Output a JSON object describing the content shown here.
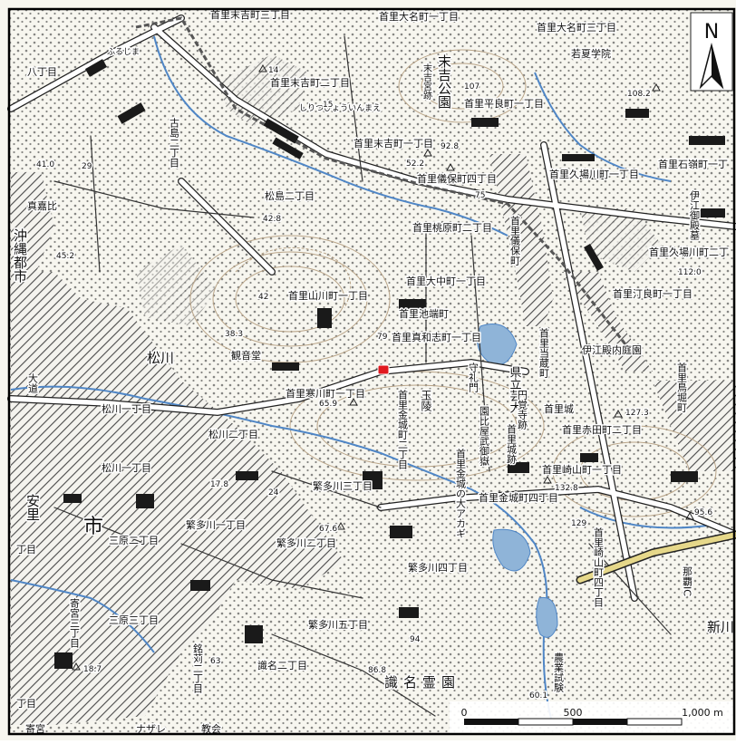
{
  "map": {
    "north_label": "N",
    "scale": {
      "zero": "0",
      "mid": "500",
      "end": "1,000 m"
    },
    "colors": {
      "paper": "#f7f6ef",
      "building": "#1a1a1a",
      "road": "#ffffff",
      "road_edge": "#222222",
      "water": "#8fb4d8",
      "stream": "#4f86c6",
      "contour": "#b9a488",
      "hatch": "#555555",
      "marker": "#e1191f",
      "frame": "#000000"
    },
    "labels": {
      "shuri_suekicho3": "首里末吉町三丁目",
      "shuri_oonacho1": "首里大名町一丁目",
      "shuri_oonacho3": "首里大名町三丁目",
      "wakanatsu": "若夏学院",
      "shuri_suekicho2": "首里末吉町二丁目",
      "shuri_hirayoshicho1": "首里平良町一丁目",
      "suekiko": "末吉公園",
      "suekigu": "末吉宮跡",
      "shuri_suekicho1": "首里末吉町一丁目",
      "shuri_gibocho4": "首里儀保町四丁目",
      "shuri_ishiminecho1": "首里石嶺町一丁",
      "shuri_kubagawa1": "首里久場川町一丁目",
      "shuri_kubagawa2": "首里久場川町二丁",
      "ieudon": "伊江御殿墓",
      "matsushima2": "松島二丁目",
      "furujima2": "古島二丁目",
      "makabe": "真嘉比",
      "okinawa_city": "沖縄都市",
      "shuri_tobaru2": "首里桃原町二丁目",
      "shuri_gibocho": "首里儀保町",
      "shuri_ooji": "首里大中町一丁目",
      "shuri_yamakawa1": "首里山川町一丁目",
      "shuri_ikehata": "首里池端町",
      "shuri_mawashi": "首里真和志町一丁目",
      "shuri_tonoguchi1": "首里汀良町一丁目",
      "iedon_garden": "伊江殿内庭園",
      "matsukawa": "松川",
      "kannondo": "観音堂",
      "ooto": "大道",
      "shuri_toudon": "首里当蔵町",
      "shurei": "守礼門",
      "kenritsu": "県立芸大",
      "tamaudun": "玉陵",
      "shuri_sueyoshi": "首里寒川町一丁目",
      "shuri_kinjo2": "首里金城町二丁目",
      "sonohyan": "園比屋武御嶽",
      "enkakuji": "円覚寺跡",
      "shurijo": "首里城",
      "shurijo_ato": "首里城跡",
      "shuri_akata2": "首里赤田町二丁目",
      "shuri_torihori": "首里鳥堀町",
      "matsukawa1": "松川一丁目",
      "matsukawa2": "松川二丁目",
      "matsukawa_1b": "松川一丁目",
      "shuri_sakiyama1": "首里崎山町一丁目",
      "shuri_kinjo4": "首里金城町四丁目",
      "kinjo_akagi": "首里金城の大アカギ",
      "shuri_sakiyama4": "首里崎山町四丁目",
      "shigetagawa3": "繁多川三丁目",
      "shigetagawa1": "繁多川一丁目",
      "shigetagawa2": "繁多川二丁目",
      "shigetagawa4": "繁多川四丁目",
      "shigetagawa5": "繁多川五丁目",
      "naha_ic": "那覇IC",
      "shinkawa": "新川",
      "sanpara2": "三原二丁目",
      "sanpara3": "三原三丁目",
      "yasato": "安里",
      "ichi": "市",
      "tomari3": "寄宮三丁目",
      "shikina2": "識名二丁目",
      "shikina_reien": "識名霊園",
      "nogyo": "農業試験",
      "kyoto_garden": "教会",
      "nazare": "ナザレ",
      "yorimiya": "寄宮",
      "shiratakaiin": "しりつびょういんまえ",
      "furujima_sta": "ふるじま",
      "hachi": "八丁目",
      "rokujo": "銘苅二丁目",
      "ichi_tyome": "丁目",
      "ichi_bottom": "丁目"
    },
    "elevations": {
      "e14": "14",
      "e107": "107",
      "e108": "108.2",
      "e92": "92.8",
      "e52": "52.2",
      "e41": "41.0",
      "e29": "29",
      "e42": "42.8",
      "e75": "75",
      "e45": "45.2",
      "e42b": "42",
      "e112": "112.0",
      "e38": "38.3",
      "e79": "79",
      "e127": "127.3",
      "e65": "65.9",
      "e132": "132.8",
      "e17": "17.8",
      "e24": "24",
      "e129": "129",
      "e95": "95.6",
      "e67": "67.6",
      "e94": "94",
      "e63": "63",
      "e86": "86.8",
      "e60": "60.1",
      "e18": "18.7",
      "e15": "15"
    }
  }
}
